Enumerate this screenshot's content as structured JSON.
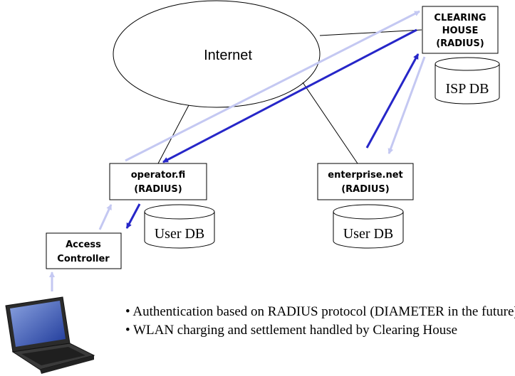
{
  "nodes": {
    "internet": "Internet",
    "clearing_house": [
      "CLEARING",
      "HOUSE",
      "(RADIUS)"
    ],
    "isp_db": "ISP DB",
    "operator": [
      "operator.fi",
      "(RADIUS)"
    ],
    "enterprise": [
      "enterprise.net",
      "(RADIUS)"
    ],
    "operator_user_db": "User DB",
    "enterprise_user_db": "User DB",
    "access_controller": [
      "Access",
      "Controller"
    ]
  },
  "bullets": [
    "• Authentication based on RADIUS protocol (DIAMETER in the future)",
    "• WLAN charging and settlement handled by Clearing House"
  ],
  "colors": {
    "dark_arrow": "#2626c8",
    "light_arrow": "#c4c8f2",
    "line": "#000000"
  }
}
